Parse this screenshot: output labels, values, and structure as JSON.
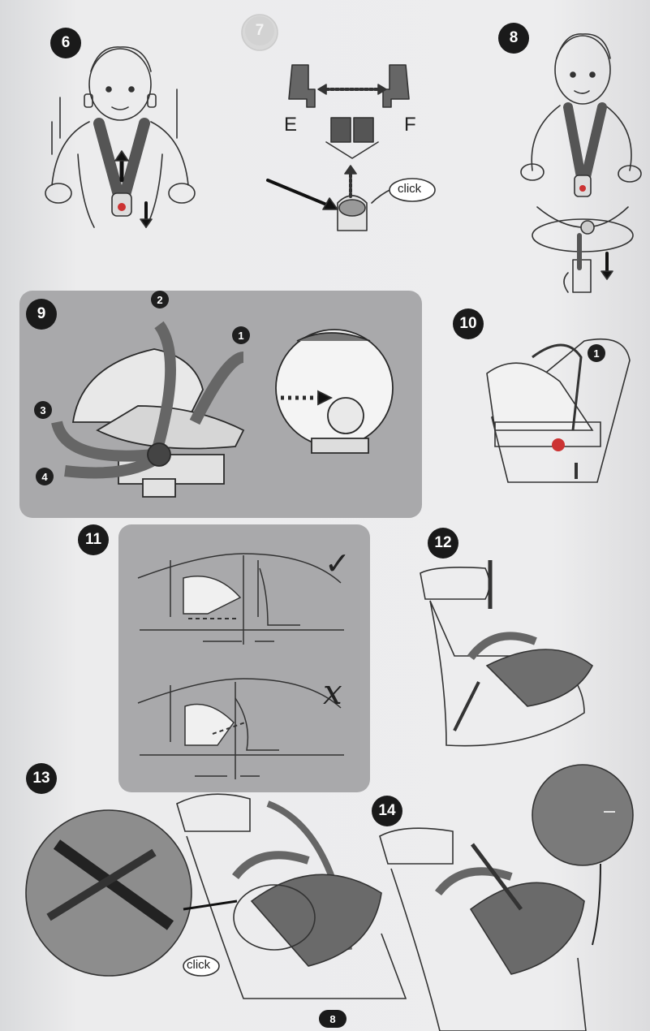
{
  "steps": {
    "s6": "6",
    "s7": "7",
    "s8": "8",
    "s9": "9",
    "s10": "10",
    "s11": "11",
    "s12": "12",
    "s13": "13",
    "s14": "14"
  },
  "sub": {
    "n1": "1",
    "n2": "2",
    "n3": "3",
    "n4": "4"
  },
  "labels": {
    "e": "E",
    "f": "F",
    "click": "click",
    "click2": "click",
    "check": "✓",
    "cross": "x"
  },
  "page_number": "8"
}
